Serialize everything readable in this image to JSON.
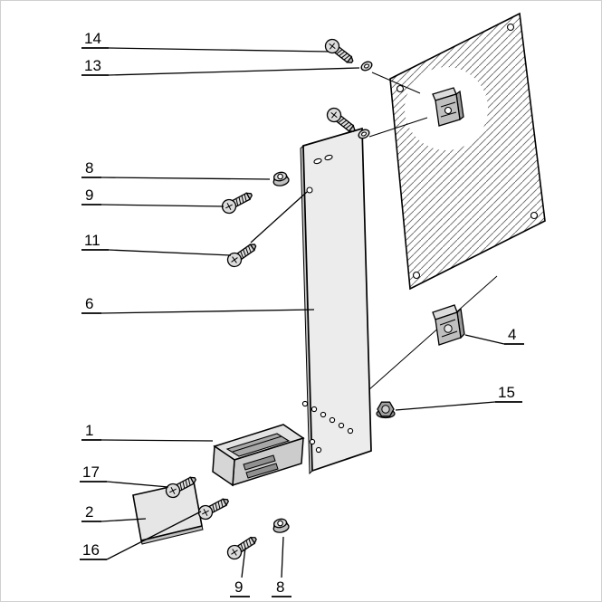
{
  "diagram": {
    "type": "exploded-assembly-technical-drawing",
    "background": "#ffffff",
    "colors": {
      "line": "#000000",
      "panel": "#ececec",
      "plate": "#e6e6e6",
      "metal_light": "#dcdcdc",
      "metal_mid": "#bfbfbf",
      "hatch": "#666666"
    },
    "callouts": {
      "c14": "14",
      "c13": "13",
      "c8_left": "8",
      "c9_left": "9",
      "c11": "11",
      "c6": "6",
      "c1": "1",
      "c17": "17",
      "c2": "2",
      "c16": "16",
      "c4": "4",
      "c15": "15",
      "c9_bottom": "9",
      "c8_bottom": "8"
    }
  }
}
